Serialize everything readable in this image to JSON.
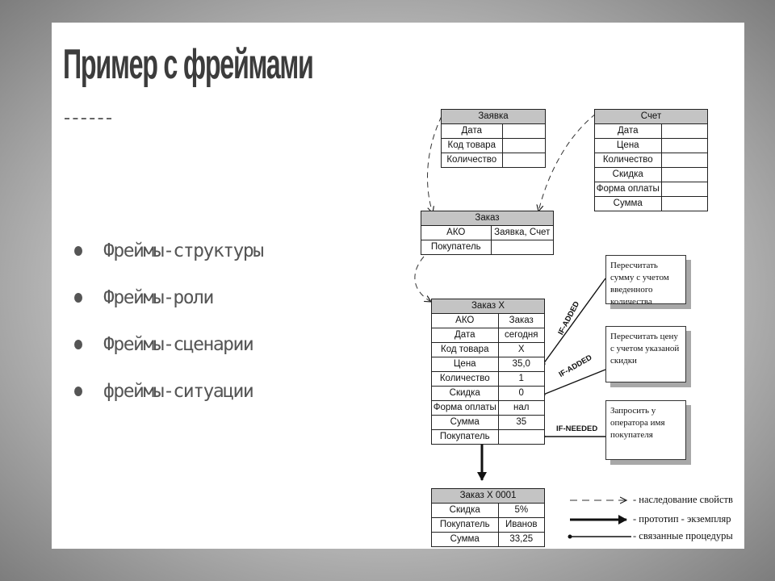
{
  "slide": {
    "title": "Пример с фреймами",
    "bullets": [
      "Фреймы-структуры",
      "Фреймы-роли",
      "Фреймы-сценарии",
      "фреймы-ситуации"
    ]
  },
  "diagram": {
    "frames": {
      "zayavka": {
        "title": "Заявка",
        "rows": [
          [
            "Дата",
            ""
          ],
          [
            "Код товара",
            ""
          ],
          [
            "Количество",
            ""
          ]
        ]
      },
      "schet": {
        "title": "Счет",
        "rows": [
          [
            "Дата",
            ""
          ],
          [
            "Цена",
            ""
          ],
          [
            "Количество",
            ""
          ],
          [
            "Скидка",
            ""
          ],
          [
            "Форма оплаты",
            ""
          ],
          [
            "Сумма",
            ""
          ]
        ]
      },
      "zakaz": {
        "title": "Заказ",
        "rows": [
          [
            "АКО",
            "Заявка, Счет"
          ],
          [
            "Покупатель",
            ""
          ]
        ]
      },
      "zakaz_x": {
        "title": "Заказ X",
        "rows": [
          [
            "АКО",
            "Заказ"
          ],
          [
            "Дата",
            "сегодня"
          ],
          [
            "Код товара",
            "X"
          ],
          [
            "Цена",
            "35,0"
          ],
          [
            "Количество",
            "1"
          ],
          [
            "Скидка",
            "0"
          ],
          [
            "Форма оплаты",
            "нал"
          ],
          [
            "Сумма",
            "35"
          ],
          [
            "Покупатель",
            ""
          ]
        ]
      },
      "zakaz_x0001": {
        "title": "Заказ X 0001",
        "rows": [
          [
            "Скидка",
            "5%"
          ],
          [
            "Покупатель",
            "Иванов"
          ],
          [
            "Сумма",
            "33,25"
          ]
        ]
      }
    },
    "procedures": [
      "Пересчитать сумму с учетом введенного количества",
      "Пересчитать цену с учетом указаной скидки",
      "Запросить у оператора имя покупателя"
    ],
    "edge_labels": [
      "IF-ADDED",
      "IF-ADDED",
      "IF-NEEDED"
    ],
    "legend": [
      "- наследование свойств",
      "- прототип - экземпляр",
      "- связанные процедуры"
    ]
  }
}
